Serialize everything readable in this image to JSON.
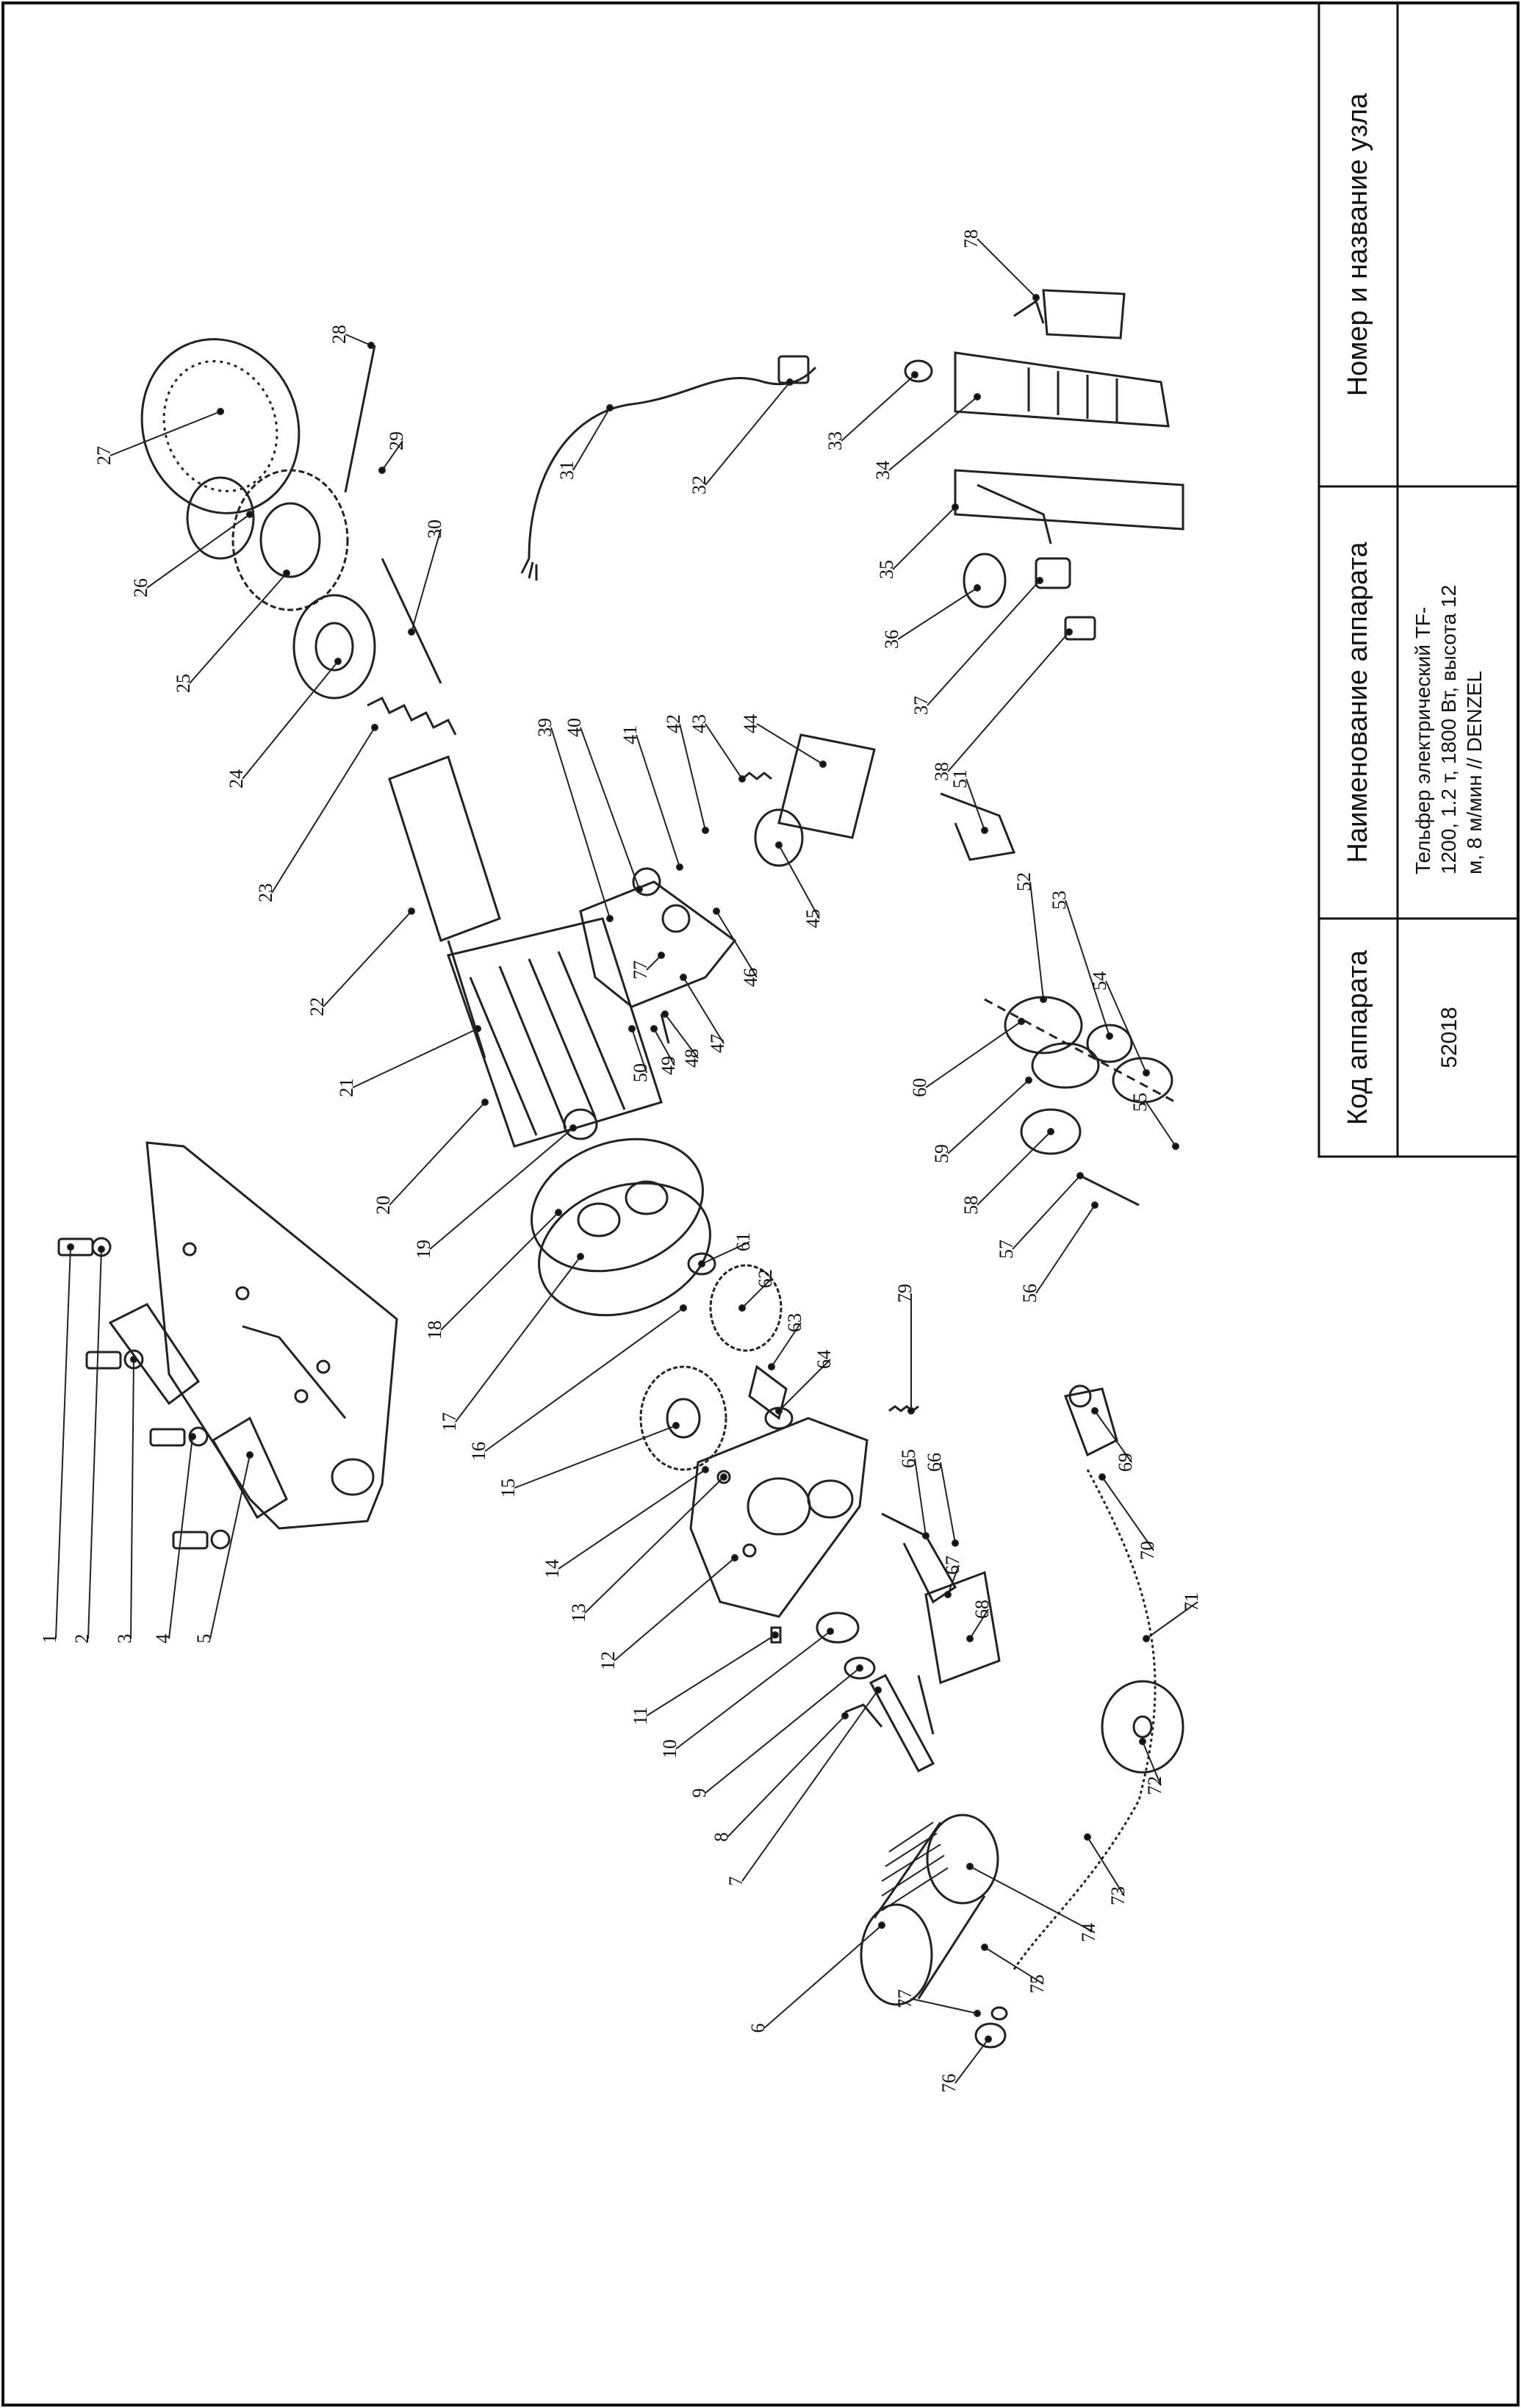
{
  "title_block": {
    "header_code": "Код аппарата",
    "header_name": "Наименование аппарата",
    "header_node": "Номер и название узла",
    "code_value": "52018",
    "name_line1": "Тельфер электрический TF-",
    "name_line2": "1200, 1.2 т, 1800 Вт, высота 12",
    "name_line3": "м, 8 м/мин // DENZEL",
    "node_value": ""
  },
  "callouts": {
    "n1": "1",
    "n2": "2",
    "n3": "3",
    "n4": "4",
    "n5": "5",
    "n6": "6",
    "n7": "7",
    "n8": "8",
    "n9": "9",
    "n10": "10",
    "n11": "11",
    "n12": "12",
    "n13": "13",
    "n14": "14",
    "n15": "15",
    "n16": "16",
    "n17": "17",
    "n18": "18",
    "n19": "19",
    "n20": "20",
    "n21": "21",
    "n22": "22",
    "n23": "23",
    "n24": "24",
    "n25": "25",
    "n26": "26",
    "n27": "27",
    "n28": "28",
    "n29": "29",
    "n30": "30",
    "n31": "31",
    "n32": "32",
    "n33": "33",
    "n34": "34",
    "n35": "35",
    "n36": "36",
    "n37": "37",
    "n38": "38",
    "n39": "39",
    "n40": "40",
    "n41": "41",
    "n42": "42",
    "n43": "43",
    "n44": "44",
    "n45": "45",
    "n46": "46",
    "n47": "47",
    "n48": "48",
    "n49": "49",
    "n50": "50",
    "n51": "51",
    "n52": "52",
    "n53": "53",
    "n54": "54",
    "n55": "55",
    "n56": "56",
    "n57": "57",
    "n58": "58",
    "n59": "59",
    "n60": "60",
    "n61": "61",
    "n62": "62",
    "n63": "63",
    "n64": "64",
    "n65": "65",
    "n66": "66",
    "n67": "67",
    "n68": "68",
    "n69": "69",
    "n70": "70",
    "n71": "71",
    "n72": "72",
    "n73": "73",
    "n74": "74",
    "n75": "75",
    "n76": "76",
    "n77a": "77",
    "n77b": "77",
    "n78": "78",
    "n79": "79"
  }
}
